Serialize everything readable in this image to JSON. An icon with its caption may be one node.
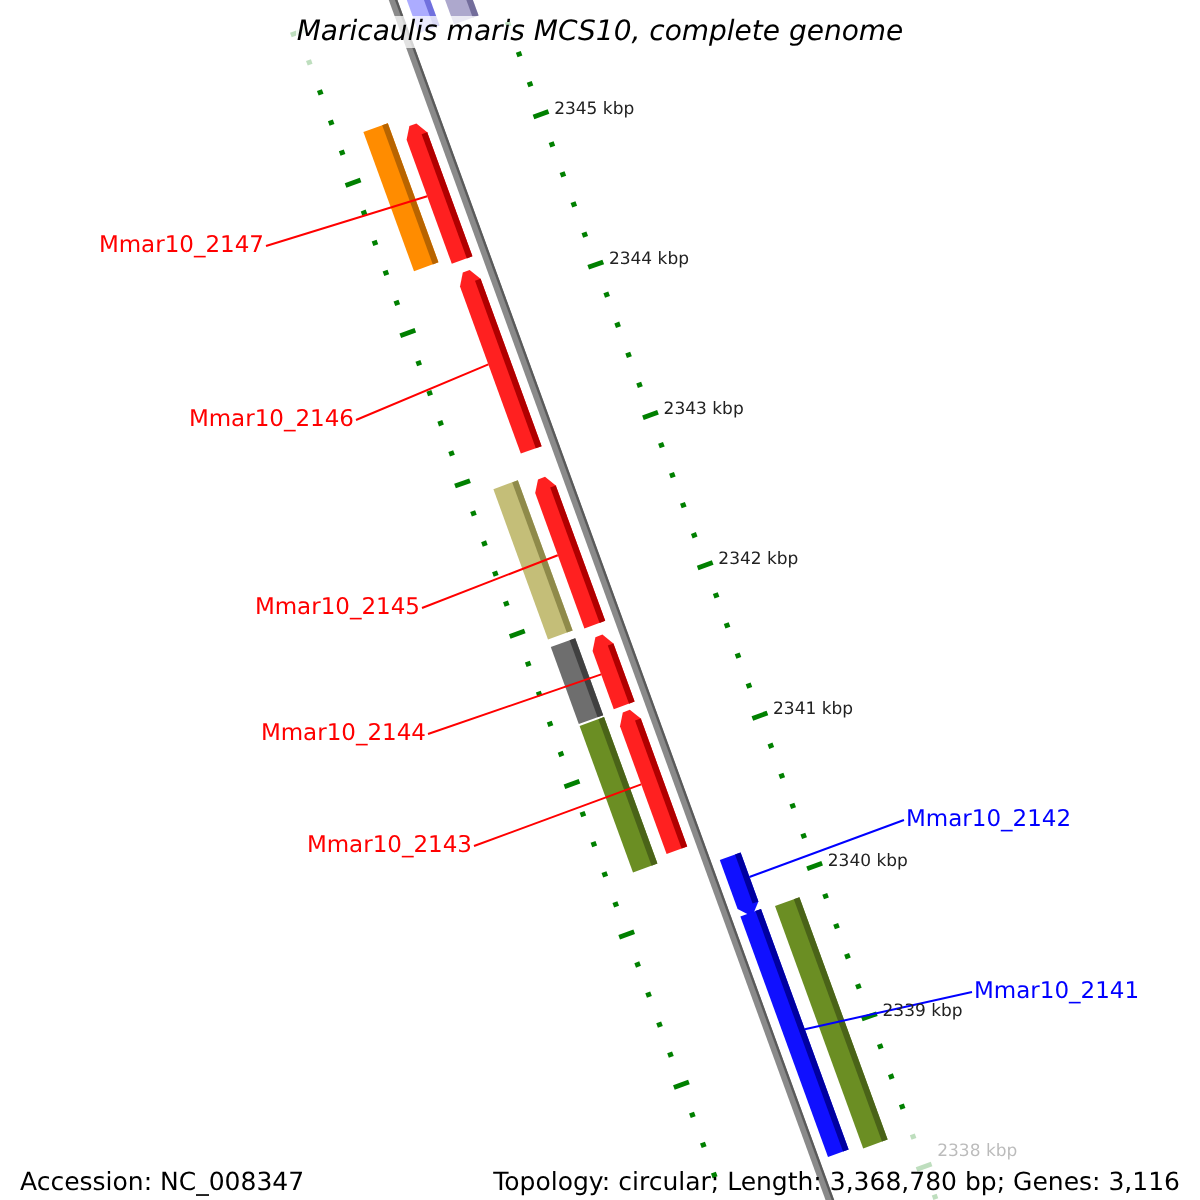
{
  "diagram": {
    "title": "Maricaulis maris MCS10, complete genome",
    "nodes": [
      {
        "text": [
          "Mmar10_2147"
        ]
      },
      {
        "text": [
          "Mmar10_2146"
        ]
      },
      {
        "text": [
          "Mmar10_2145"
        ]
      },
      {
        "text": [
          "Mmar10_2144"
        ]
      },
      {
        "text": [
          "Mmar10_2143"
        ]
      },
      {
        "text": [
          "Mmar10_2142"
        ]
      },
      {
        "text": [
          "Mmar10_2141"
        ]
      },
      {
        "text": [],
        "shape": "arrow"
      },
      {
        "text": [],
        "shape": "arrow"
      },
      {
        "text": [],
        "shape": "arrow"
      },
      {
        "text": [],
        "shape": "arrow"
      },
      {
        "text": [],
        "shape": "arrow"
      },
      {
        "text": [],
        "shape": "arrow"
      },
      {
        "text": [],
        "shape": "arrow"
      }
    ],
    "edges": [
      {
        "from": 0,
        "to": 7,
        "arrow": "none"
      },
      {
        "from": 1,
        "to": 8,
        "arrow": "none"
      },
      {
        "from": 2,
        "to": 9,
        "arrow": "none"
      },
      {
        "from": 3,
        "to": 10,
        "arrow": "none"
      },
      {
        "from": 4,
        "to": 11,
        "arrow": "none"
      },
      {
        "from": 5,
        "to": 12,
        "arrow": "none",
        "color": "#0000ff"
      },
      {
        "from": 6,
        "to": 13,
        "arrow": "none",
        "color": "#0000ff"
      }
    ],
    "labels": [
      "2345 kbp",
      "2344 kbp",
      "2343 kbp",
      "2342 kbp",
      "2341 kbp",
      "2340 kbp",
      "2339 kbp",
      "2338 kbp",
      "Accession: NC_008347",
      "Topology: circular; Length: 3,368,780 bp; Genes: 3,116"
    ]
  }
}
